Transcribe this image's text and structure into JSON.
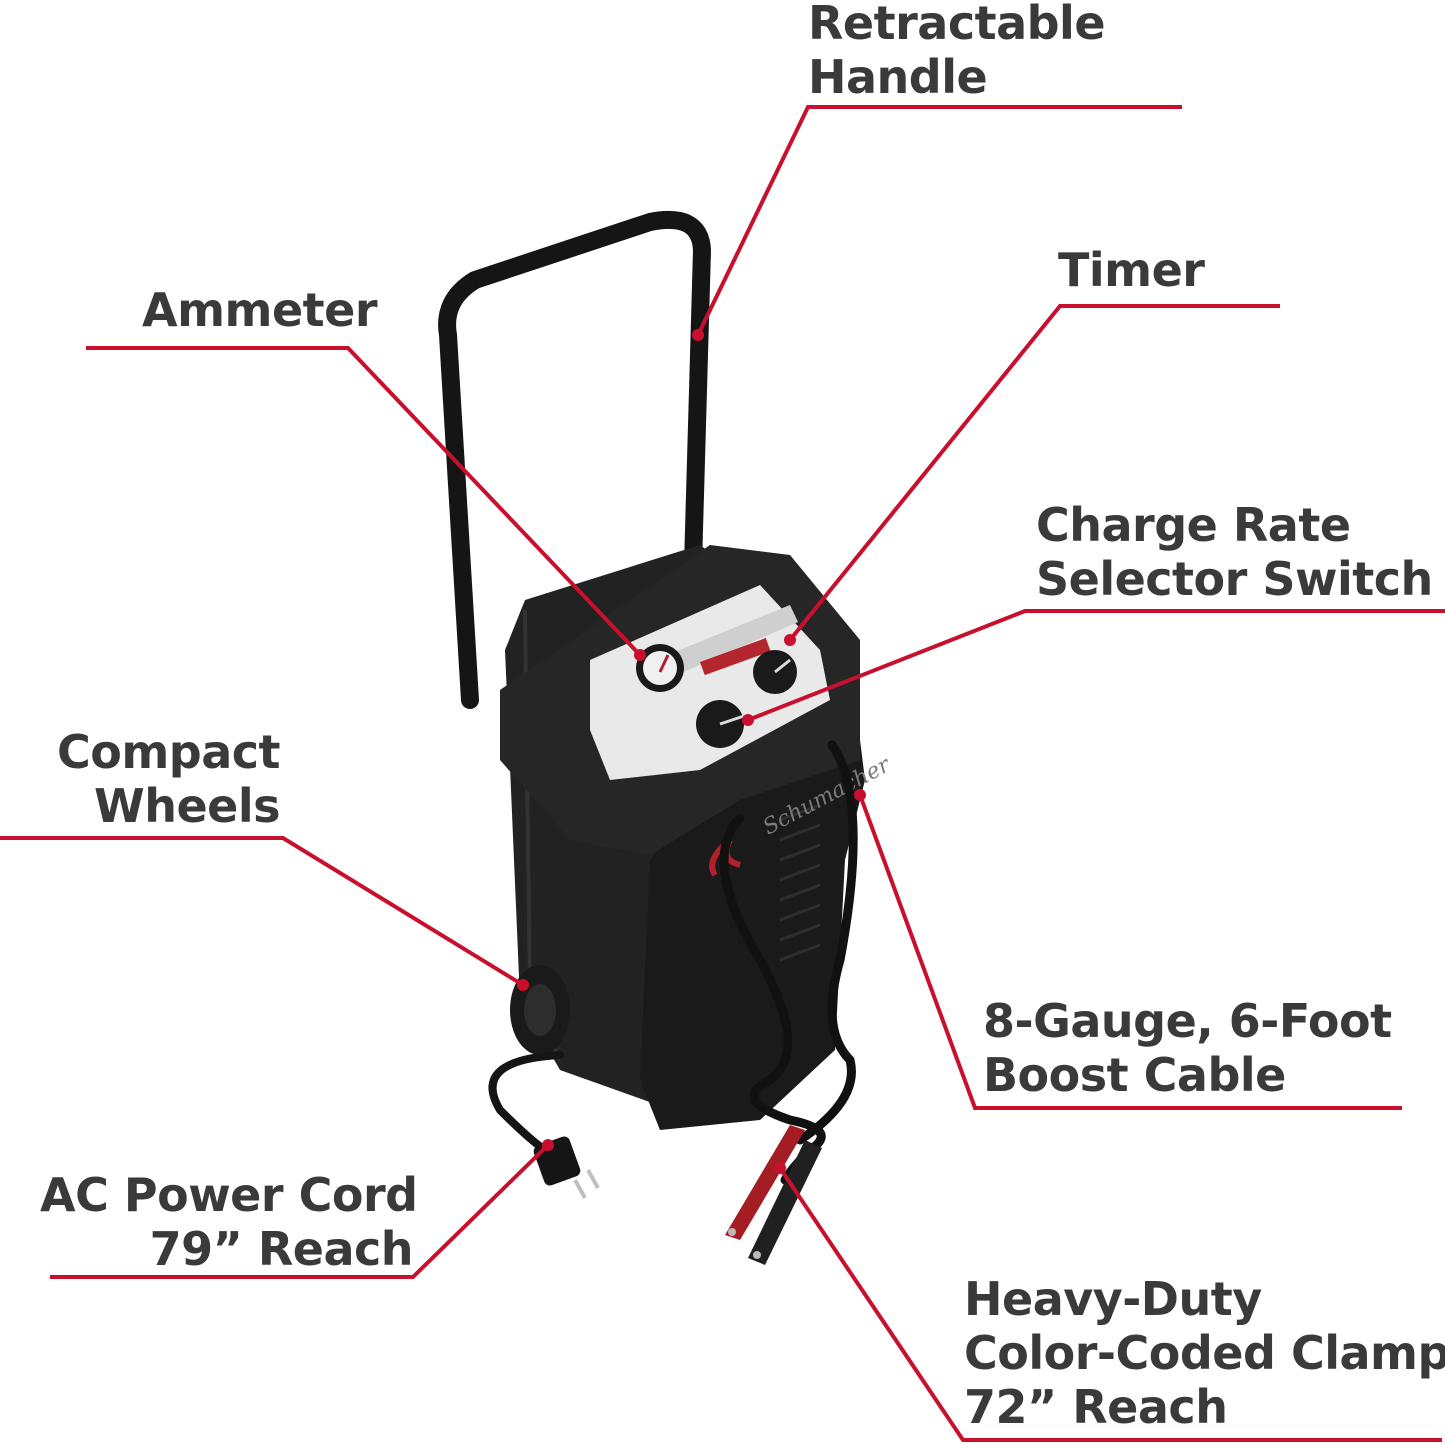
{
  "colors": {
    "leader": "#c8102e",
    "label": "#3a3a3a",
    "body": "#1b1b1b",
    "panel": "#e9e9e9",
    "clamp_red": "#a41d24",
    "clamp_black": "#202020"
  },
  "callouts": {
    "retractable_handle": {
      "line1": "Retractable",
      "line2": "Handle"
    },
    "timer": {
      "line1": "Timer"
    },
    "ammeter": {
      "line1": "Ammeter"
    },
    "charge_rate": {
      "line1": "Charge Rate",
      "line2": "Selector Switch"
    },
    "compact_wheels": {
      "line1": "Compact",
      "line2": "Wheels"
    },
    "boost_cable": {
      "line1": "8-Gauge, 6-Foot",
      "line2": "Boost Cable"
    },
    "power_cord": {
      "line1": "AC Power Cord",
      "line2": "79” Reach"
    },
    "clamps": {
      "line1": "Heavy-Duty",
      "line2": "Color-Coded Clamps",
      "line3": "72” Reach"
    }
  },
  "product": {
    "brand": "Schumacher",
    "icons": [
      "charger-body-icon",
      "handle-icon",
      "ammeter-gauge-icon",
      "timer-knob-icon",
      "rate-selector-knob-icon",
      "wheel-icon",
      "plug-icon",
      "clamp-icon"
    ]
  }
}
